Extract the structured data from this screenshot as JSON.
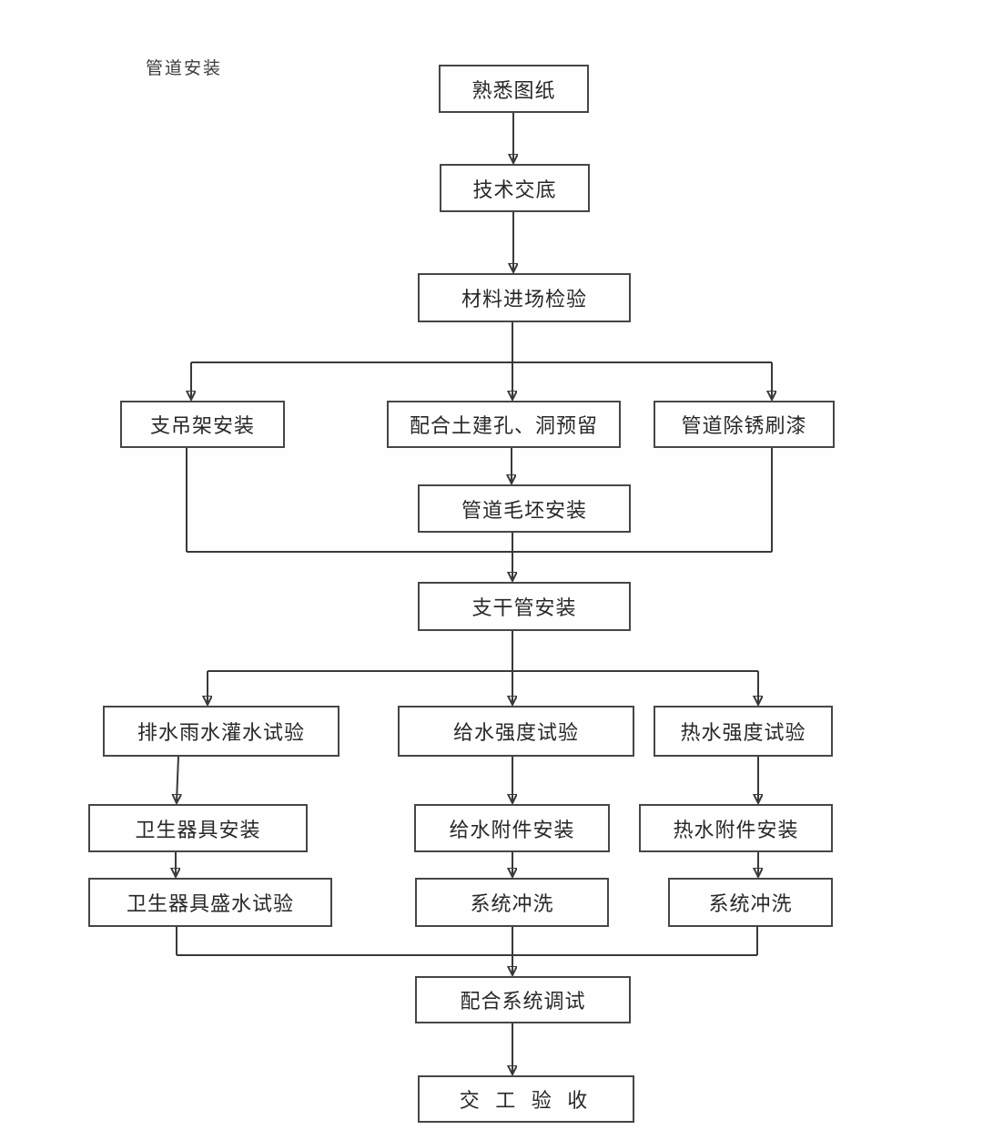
{
  "page": {
    "title": "管道安装"
  },
  "flowchart": {
    "nodes": [
      {
        "id": "familiarize-drawings",
        "label": "熟悉图纸"
      },
      {
        "id": "technical-disclosure",
        "label": "技术交底"
      },
      {
        "id": "material-entry-inspection",
        "label": "材料进场检验"
      },
      {
        "id": "support-hanger-installation",
        "label": "支吊架安装"
      },
      {
        "id": "civil-hole-opening-reservation",
        "label": "配合土建孔、洞预留"
      },
      {
        "id": "pipe-derust-painting",
        "label": "管道除锈刷漆"
      },
      {
        "id": "pipe-rough-installation",
        "label": "管道毛坯安装"
      },
      {
        "id": "branch-main-pipe-installation",
        "label": "支干管安装"
      },
      {
        "id": "drain-rainwater-filling-test",
        "label": "排水雨水灌水试验"
      },
      {
        "id": "water-supply-strength-test",
        "label": "给水强度试验"
      },
      {
        "id": "hot-water-strength-test",
        "label": "热水强度试验"
      },
      {
        "id": "sanitary-ware-installation",
        "label": "卫生器具安装"
      },
      {
        "id": "water-supply-fitting-installation",
        "label": "给水附件安装"
      },
      {
        "id": "hot-water-fitting-installation",
        "label": "热水附件安装"
      },
      {
        "id": "sanitary-ware-water-holding-test",
        "label": "卫生器具盛水试验"
      },
      {
        "id": "system-flushing-water-supply",
        "label": "系统冲洗"
      },
      {
        "id": "system-flushing-hot-water",
        "label": "系统冲洗"
      },
      {
        "id": "system-commissioning",
        "label": "配合系统调试"
      },
      {
        "id": "completion-acceptance",
        "label": "交 工 验 收"
      }
    ],
    "edges": [
      {
        "from": "熟悉图纸",
        "to": "技术交底"
      },
      {
        "from": "技术交底",
        "to": "材料进场检验"
      },
      {
        "from": "材料进场检验",
        "to": "支吊架安装"
      },
      {
        "from": "材料进场检验",
        "to": "配合土建孔、洞预留"
      },
      {
        "from": "材料进场检验",
        "to": "管道除锈刷漆"
      },
      {
        "from": "配合土建孔、洞预留",
        "to": "管道毛坯安装"
      },
      {
        "from": "支吊架安装",
        "to": "支干管安装"
      },
      {
        "from": "管道毛坯安装",
        "to": "支干管安装"
      },
      {
        "from": "管道除锈刷漆",
        "to": "支干管安装"
      },
      {
        "from": "支干管安装",
        "to": "排水雨水灌水试验"
      },
      {
        "from": "支干管安装",
        "to": "给水强度试验"
      },
      {
        "from": "支干管安装",
        "to": "热水强度试验"
      },
      {
        "from": "排水雨水灌水试验",
        "to": "卫生器具安装"
      },
      {
        "from": "给水强度试验",
        "to": "给水附件安装"
      },
      {
        "from": "热水强度试验",
        "to": "热水附件安装"
      },
      {
        "from": "卫生器具安装",
        "to": "卫生器具盛水试验"
      },
      {
        "from": "给水附件安装",
        "to": "系统冲洗"
      },
      {
        "from": "热水附件安装",
        "to": "系统冲洗"
      },
      {
        "from": "卫生器具盛水试验",
        "to": "配合系统调试"
      },
      {
        "from": "系统冲洗",
        "to": "配合系统调试"
      },
      {
        "from": "配合系统调试",
        "to": "交工验收"
      }
    ]
  },
  "colors": {
    "line": "#393939",
    "box_border": "#464646",
    "text": "#282828",
    "background": "#fefefe"
  }
}
